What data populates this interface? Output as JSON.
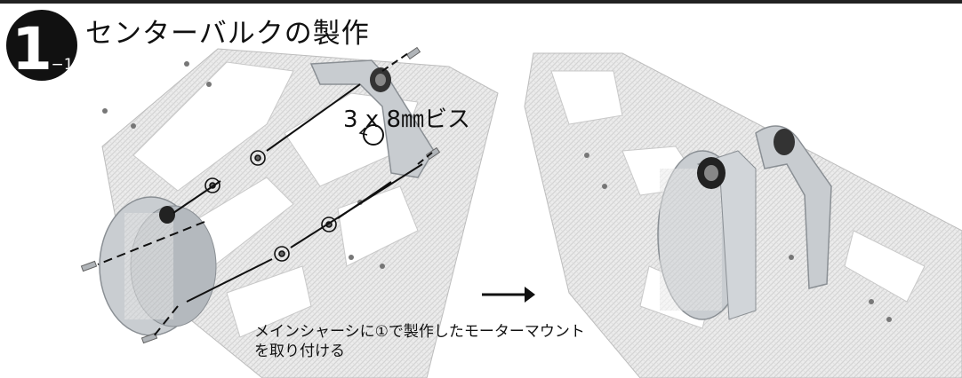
{
  "header": {
    "step_number": "1",
    "step_sub": "−1",
    "title": "センターバルクの製作"
  },
  "callout": {
    "screw_label": "3 x 8㎜ビス"
  },
  "instruction": {
    "line1": "メインシャーシに①で製作したモーターマウント",
    "line2": "を取り付ける"
  },
  "icons": {
    "arrow": "right-arrow-icon",
    "rotate": "rotate-circle-icon"
  },
  "colors": {
    "badge": "#111111",
    "plate": "#e9e9e9",
    "part": "#c8ccd0",
    "line": "#111111"
  }
}
